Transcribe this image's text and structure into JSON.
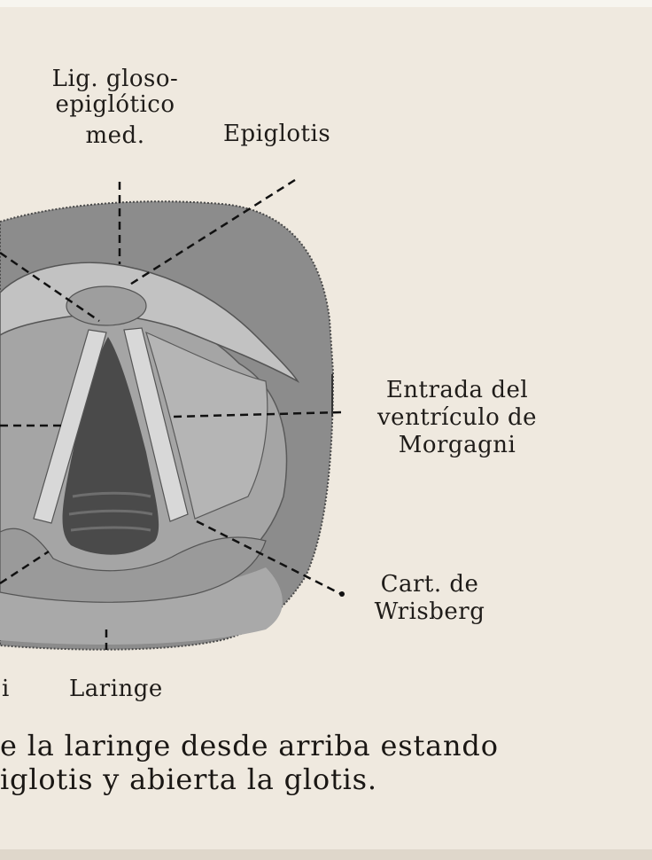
{
  "labels": {
    "lig_gloso_line1": "Lig. gloso-",
    "lig_gloso_line2": "epiglótico",
    "lig_gloso_line3": "med.",
    "epiglotis": "Epiglotis",
    "entrada_line1": "Entrada  del",
    "entrada_line2": "ventrículo de",
    "entrada_line3": "Morgagni",
    "cart_line1": "Cart.  de",
    "cart_line2": "Wrisberg",
    "left_cut_fragment": "i",
    "laringe": "Laringe"
  },
  "caption": {
    "line1": "e la laringe desde arriba estando",
    "line2": "iglotis  y  abierta  la  glotis."
  },
  "colors": {
    "paper": "#efe9df",
    "ink": "#1f1c19",
    "tissue_dark": "#8a8a8a",
    "tissue_light": "#c4c4c4"
  }
}
